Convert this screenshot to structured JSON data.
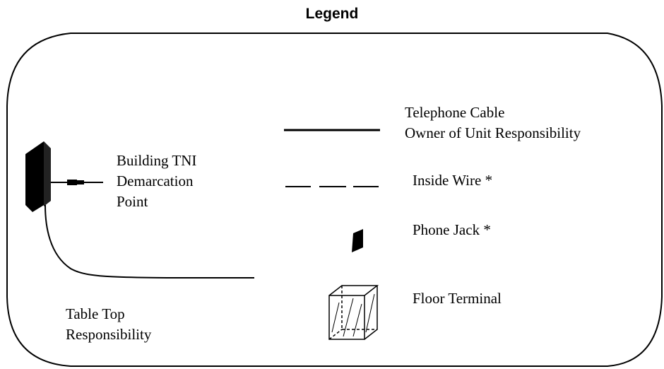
{
  "title": "Legend",
  "building_label": [
    "Building TNI",
    "Demarcation",
    "Point"
  ],
  "table_top_label": [
    "Table Top",
    "Responsibility"
  ],
  "legend_items": [
    {
      "symbol": "solid-line",
      "lines": [
        "Telephone Cable",
        "Owner of Unit Responsibility"
      ]
    },
    {
      "symbol": "dashed-line",
      "lines": [
        "Inside Wire *"
      ]
    },
    {
      "symbol": "phone-jack",
      "lines": [
        "Phone Jack *"
      ]
    },
    {
      "symbol": "floor-terminal",
      "lines": [
        "Floor Terminal"
      ]
    }
  ],
  "colors": {
    "ink": "#000000",
    "background": "#ffffff"
  }
}
